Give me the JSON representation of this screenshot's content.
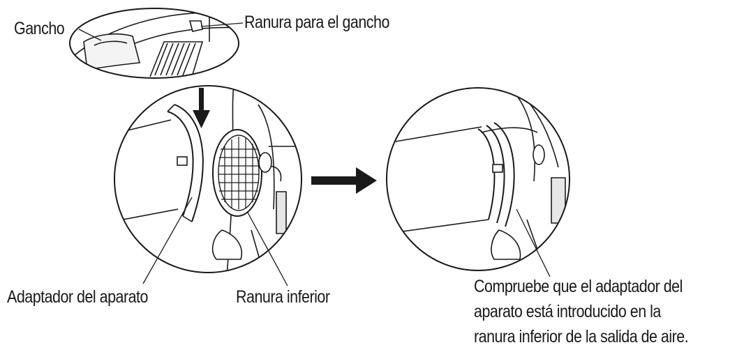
{
  "colors": {
    "ink": "#1a1a1a",
    "background": "#ffffff"
  },
  "labels": {
    "hook": "Gancho",
    "hook_slot": "Ranura para el gancho",
    "appliance_adapter": "Adaptador del aparato",
    "lower_slot": "Ranura inferior",
    "check_line1": "Compruebe que el adaptador del",
    "check_line2": "aparato está introducido en la",
    "check_line3": "ranura inferior de la salida de aire."
  },
  "icons": {
    "down_arrow": "arrow-down-icon",
    "right_arrow": "arrow-right-icon"
  }
}
